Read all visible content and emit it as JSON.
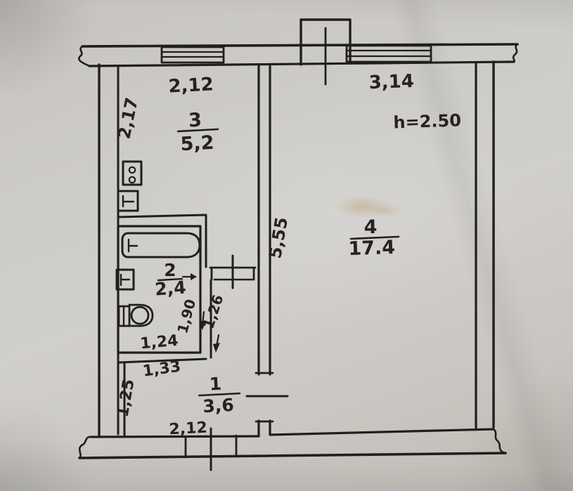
{
  "plan": {
    "height_note": "h=2.50",
    "rooms": {
      "kitchen": {
        "number": "3",
        "area": "5,2"
      },
      "living": {
        "number": "4",
        "area": "17.4"
      },
      "bathroom": {
        "number": "2",
        "area": "2,4"
      },
      "hallway": {
        "number": "1",
        "area": "3,6"
      }
    },
    "dimensions": {
      "kitchen_width": "2,12",
      "kitchen_depth": "2,17",
      "living_width": "3,14",
      "living_depth": "5,55",
      "bathroom_width": "1,24",
      "bathroom_depth": "1,90",
      "corridor_width": "1,26",
      "hall_width": "1,33",
      "hall_depth": "1,25",
      "entrance_width": "2,12"
    },
    "colors": {
      "ink": "#211f1c",
      "paper": "#cdcbc7",
      "stain": "#aa8232"
    },
    "icons": [
      "kitchen-window-icon",
      "living-room-window-icon",
      "vent-shaft-icon",
      "stove-icon",
      "kitchen-sink-icon",
      "bathtub-icon",
      "washbasin-icon",
      "toilet-icon",
      "kitchen-door-icon",
      "hall-door-icon",
      "entrance-door-icon"
    ]
  }
}
